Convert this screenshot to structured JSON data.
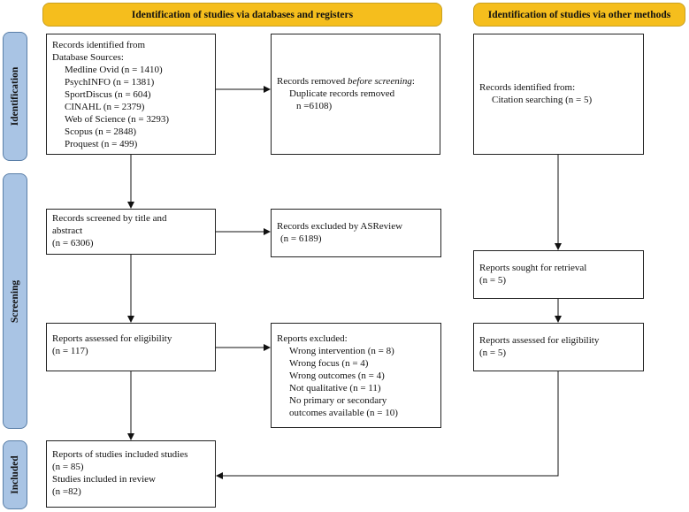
{
  "headers": {
    "databases": "Identification of studies via databases and registers",
    "other": "Identification of studies via other methods"
  },
  "phases": {
    "identification": "Identification",
    "screening": "Screening",
    "included": "Included"
  },
  "boxes": {
    "records_identified": {
      "lines": [
        "Records identified from",
        "Database Sources:",
        "Medline Ovid (n = 1410)",
        "PsychINFO (n = 1381)",
        "SportDiscus (n = 604)",
        "CINAHL (n = 2379)",
        "Web of Science (n = 3293)",
        "Scopus (n = 2848)",
        "Proquest (n = 499)"
      ]
    },
    "records_removed": {
      "line1_pre": "Records removed ",
      "line1_em": "before screening",
      "line1_post": ":",
      "line2": "Duplicate records removed",
      "line3": "n =6108)"
    },
    "citation": {
      "line1": "Records identified from:",
      "line2": "Citation searching (n = 5)"
    },
    "screened": {
      "line1": "Records screened by title and",
      "line2": "abstract",
      "line3": "(n = 6306)"
    },
    "excluded_asreview": {
      "line1": "Records excluded by ASReview",
      "line2": "(n = 6189)"
    },
    "sought_retrieval": {
      "line1": "Reports sought for retrieval",
      "line2": "(n = 5)"
    },
    "assessed": {
      "line1": "Reports assessed for eligibility",
      "line2": "(n = 117)"
    },
    "reports_excluded": {
      "line1": "Reports excluded:",
      "items": [
        "Wrong intervention (n = 8)",
        "Wrong focus (n = 4)",
        "Wrong outcomes (n = 4)",
        "Not qualitative (n = 11)",
        "No primary or secondary",
        "outcomes available (n = 10)"
      ]
    },
    "assessed_other": {
      "line1": "Reports assessed for eligibility",
      "line2": "(n = 5)"
    },
    "included": {
      "line1": "Reports of studies included studies",
      "line2": "(n = 85)",
      "line3": "Studies included in review",
      "line4": "(n =82)"
    }
  }
}
